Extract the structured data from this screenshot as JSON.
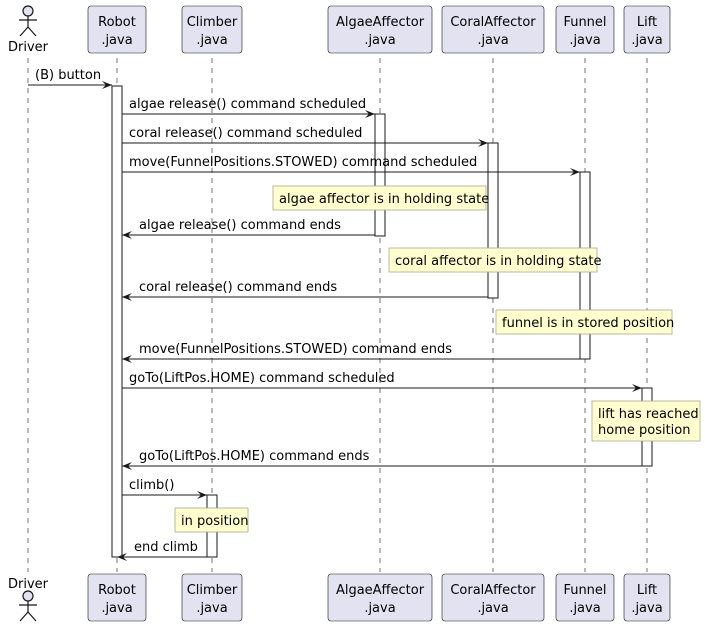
{
  "participants": [
    {
      "id": "driver",
      "type": "actor",
      "label": "Driver"
    },
    {
      "id": "robot",
      "type": "box",
      "lines": [
        "Robot",
        ".java"
      ]
    },
    {
      "id": "climber",
      "type": "box",
      "lines": [
        "Climber",
        ".java"
      ]
    },
    {
      "id": "algae",
      "type": "box",
      "lines": [
        "AlgaeAffector",
        ".java"
      ]
    },
    {
      "id": "coral",
      "type": "box",
      "lines": [
        "CoralAffector",
        ".java"
      ]
    },
    {
      "id": "funnel",
      "type": "box",
      "lines": [
        "Funnel",
        ".java"
      ]
    },
    {
      "id": "lift",
      "type": "box",
      "lines": [
        "Lift",
        ".java"
      ]
    }
  ],
  "messages": [
    {
      "from": "driver",
      "to": "robot",
      "label": "(B) button"
    },
    {
      "from": "robot",
      "to": "algae",
      "label": "algae release() command scheduled"
    },
    {
      "from": "robot",
      "to": "coral",
      "label": "coral release() command scheduled"
    },
    {
      "from": "robot",
      "to": "funnel",
      "label": "move(FunnelPositions.STOWED) command scheduled"
    },
    {
      "from": "algae",
      "to": "robot",
      "label": "algae release() command ends"
    },
    {
      "from": "coral",
      "to": "robot",
      "label": "coral release() command ends"
    },
    {
      "from": "funnel",
      "to": "robot",
      "label": "move(FunnelPositions.STOWED) command ends"
    },
    {
      "from": "robot",
      "to": "lift",
      "label": "goTo(LiftPos.HOME) command scheduled"
    },
    {
      "from": "lift",
      "to": "robot",
      "label": "goTo(LiftPos.HOME) command ends"
    },
    {
      "from": "robot",
      "to": "climber",
      "label": "climb()"
    },
    {
      "from": "climber",
      "to": "robot",
      "label": "end climb"
    }
  ],
  "notes": [
    {
      "over": "algae",
      "lines": [
        "algae affector is in holding state"
      ]
    },
    {
      "over": "coral",
      "lines": [
        "coral affector is in holding state"
      ]
    },
    {
      "over": "funnel",
      "lines": [
        "funnel is in stored position"
      ]
    },
    {
      "over": "lift",
      "lines": [
        "lift has reached",
        "home position"
      ]
    },
    {
      "over": "climber",
      "lines": [
        "in position"
      ]
    }
  ],
  "colors": {
    "participant_fill": "#e2e2f0",
    "participant_border": "#181818",
    "lifeline": "#181818",
    "note_fill": "#fefece",
    "note_border": "#a8a890",
    "arrow": "#181818",
    "text": "#000000"
  }
}
